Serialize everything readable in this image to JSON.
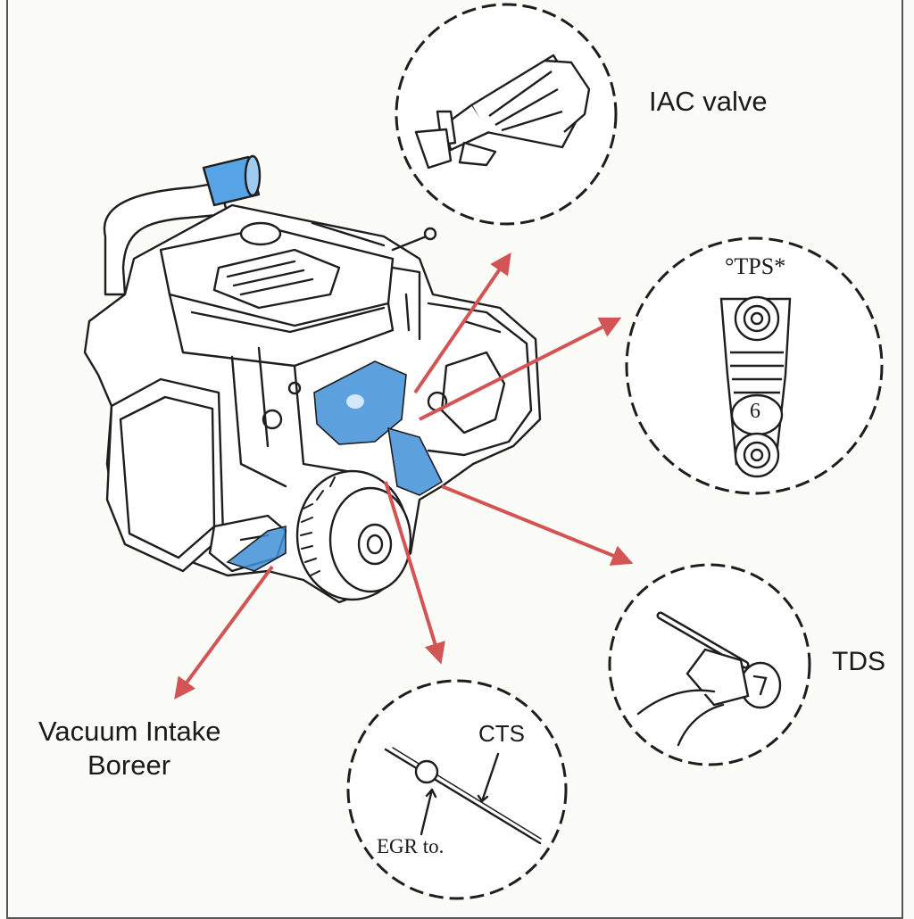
{
  "labels": {
    "iac_valve": "IAC valve",
    "tps_inset": "°TPS*",
    "tps_inset_number": "6",
    "tds": "TDS",
    "vacuum_line1": "Vacuum Intake",
    "vacuum_line2": "Boreer",
    "cts": "CTS",
    "egr": "EGR to."
  },
  "colors": {
    "ink": "#1a1a1a",
    "arrow": "#d25454",
    "highlight": "#3f8fd8",
    "paper": "#fbfbf8"
  },
  "icons": {
    "iac_valve": "valve-icon",
    "tps_sensor": "sensor-stack-icon",
    "tds_sensor": "rod-sensor-icon",
    "egr_sensor": "probe-icon"
  }
}
